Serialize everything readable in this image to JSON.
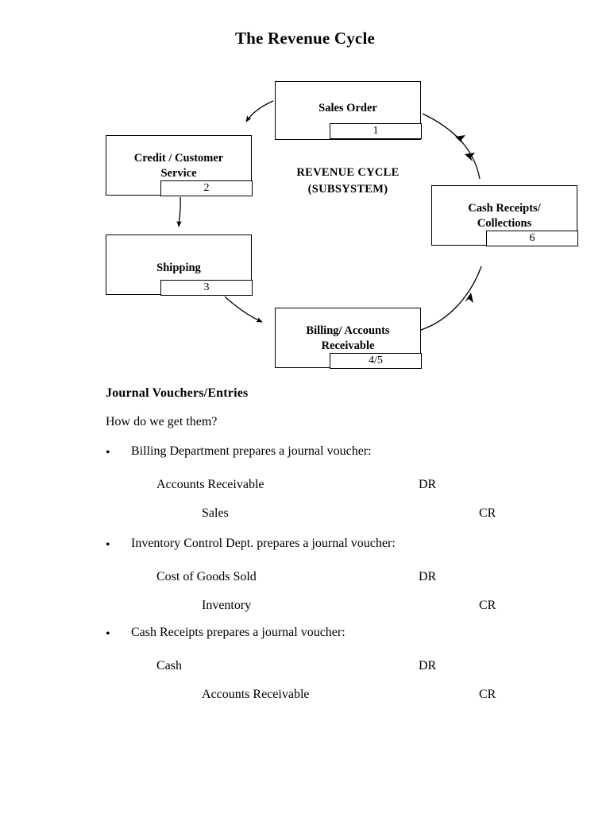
{
  "document": {
    "title": "The Revenue Cycle"
  },
  "diagram": {
    "center_caption": "REVENUE CYCLE\n(SUBSYSTEM)",
    "nodes": [
      {
        "key": "sales-order",
        "label": "Sales Order",
        "number": "1"
      },
      {
        "key": "credit",
        "label": "Credit / Customer\nService",
        "number": "2"
      },
      {
        "key": "shipping",
        "label": "Shipping",
        "number": "3"
      },
      {
        "key": "billing",
        "label": "Billing/ Accounts\nReceivable",
        "number": "4/5"
      },
      {
        "key": "cash",
        "label": "Cash Receipts/\nCollections",
        "number": "6"
      }
    ],
    "flow": [
      {
        "from": "sales-order",
        "to": "credit"
      },
      {
        "from": "credit",
        "to": "shipping"
      },
      {
        "from": "shipping",
        "to": "billing"
      },
      {
        "from": "billing",
        "to": "cash"
      },
      {
        "from": "cash",
        "to": "sales-order"
      }
    ],
    "line_color": "#000000"
  },
  "content": {
    "heading": "Journal Vouchers/Entries",
    "lead_question": "How do we get them?",
    "bullet_glyph": "•",
    "vouchers": [
      {
        "bullet": "Billing Department prepares a journal voucher:",
        "debit_account": "Accounts Receivable",
        "debit_side": "DR",
        "credit_account": "Sales",
        "credit_side": "CR"
      },
      {
        "bullet": "Inventory Control Dept. prepares a journal voucher:",
        "debit_account": "Cost of Goods Sold",
        "debit_side": "DR",
        "credit_account": "Inventory",
        "credit_side": "CR"
      },
      {
        "bullet": "Cash Receipts prepares a journal voucher:",
        "debit_account": "Cash",
        "debit_side": "DR",
        "credit_account": "Accounts Receivable",
        "credit_side": "CR"
      }
    ]
  }
}
